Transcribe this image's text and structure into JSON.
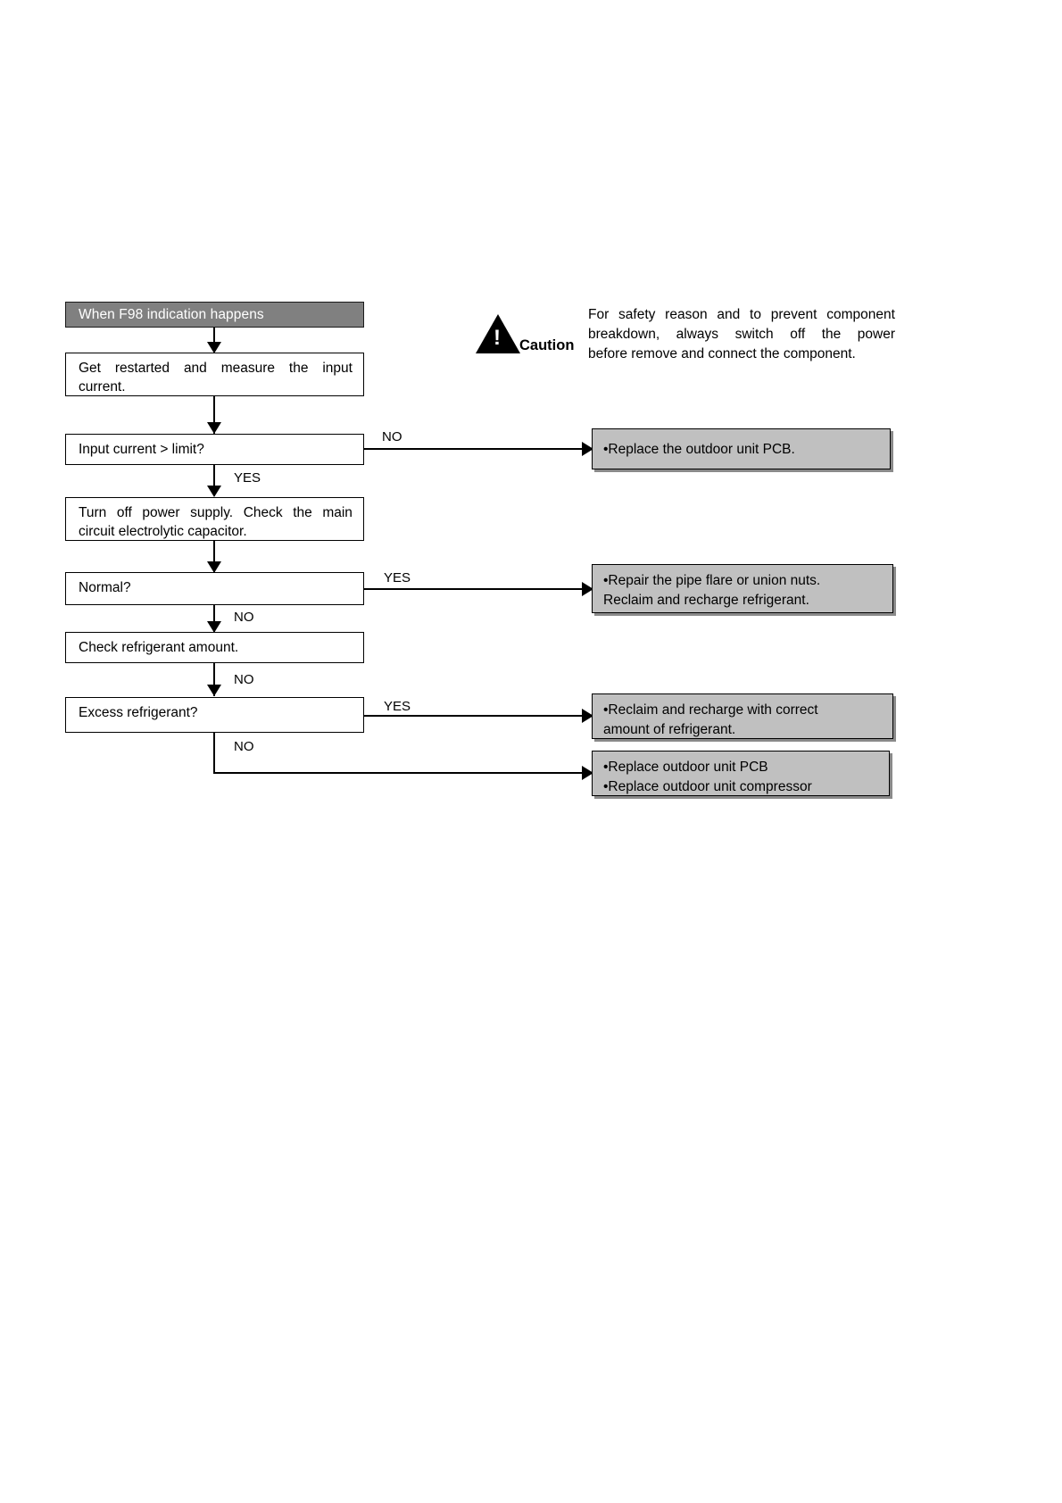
{
  "caution": {
    "label": "Caution",
    "icon": "warning-triangle-icon",
    "lines": [
      "For safety reason and to prevent component",
      "breakdown, always switch off the power",
      "before remove and connect the component."
    ],
    "line1_words": [
      "For",
      "safety",
      "reason",
      "and",
      "to",
      "prevent",
      "component"
    ],
    "line2_words": [
      "breakdown,",
      "always",
      "switch",
      "off",
      "the",
      "power"
    ],
    "line3": "before remove and connect the component."
  },
  "flow": {
    "title": "When F98 indication happens",
    "steps": [
      {
        "id": "measure-input-current",
        "type": "process",
        "line1_words": [
          "Get",
          "restarted",
          "and",
          "measure",
          "the",
          "input"
        ],
        "line2": "current."
      },
      {
        "id": "input-current-over-limit",
        "type": "decision",
        "text": "Input current > limit?"
      },
      {
        "id": "check-electrolytic-capacitor",
        "type": "process",
        "line1_words": [
          "Turn",
          "off",
          "power",
          "supply.",
          "Check",
          "the",
          "main"
        ],
        "line2": "circuit electrolytic capacitor."
      },
      {
        "id": "normal",
        "type": "decision",
        "text": "Normal?"
      },
      {
        "id": "check-refrigerant-amount",
        "type": "process",
        "text": "Check refrigerant amount."
      },
      {
        "id": "excess-refrigerant",
        "type": "decision",
        "text": "Excess refrigerant?"
      }
    ],
    "branch_labels": {
      "input_current_no": "NO",
      "input_current_yes": "YES",
      "normal_yes": "YES",
      "normal_no": "NO",
      "refrigerant_no": "NO",
      "excess_yes": "YES",
      "excess_no": "NO"
    },
    "results": [
      {
        "id": "replace-outdoor-pcb",
        "lines": [
          "•Replace the outdoor unit PCB."
        ]
      },
      {
        "id": "repair-pipe-flare",
        "lines": [
          "•Repair the pipe flare or union nuts.",
          "Reclaim and recharge refrigerant."
        ]
      },
      {
        "id": "reclaim-recharge-correct",
        "lines": [
          "•Reclaim and recharge with correct",
          "amount of refrigerant."
        ]
      },
      {
        "id": "replace-pcb-compressor",
        "lines": [
          "•Replace outdoor unit PCB",
          "•Replace outdoor unit compressor"
        ]
      }
    ]
  },
  "colors": {
    "title_bar": "#808080",
    "result_fill": "#c0c0c0",
    "line": "#000000",
    "shadow": "#8a8a8a"
  }
}
